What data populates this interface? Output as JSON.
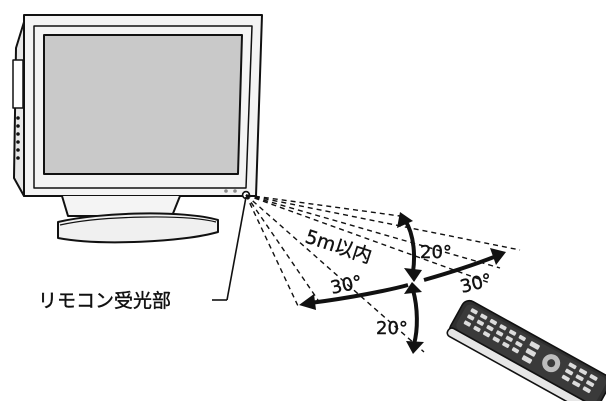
{
  "labels": {
    "sensor": "リモコン受光部",
    "distance": "5m以内",
    "angle_up": "20°",
    "angle_down": "20°",
    "angle_left": "30°",
    "angle_right": "30°"
  },
  "colors": {
    "line": "#111111",
    "screen": "#c9c9c9",
    "tv_body": "#f4f4f4"
  },
  "icons": {
    "television": "tv-icon",
    "remote": "remote-control-icon"
  }
}
